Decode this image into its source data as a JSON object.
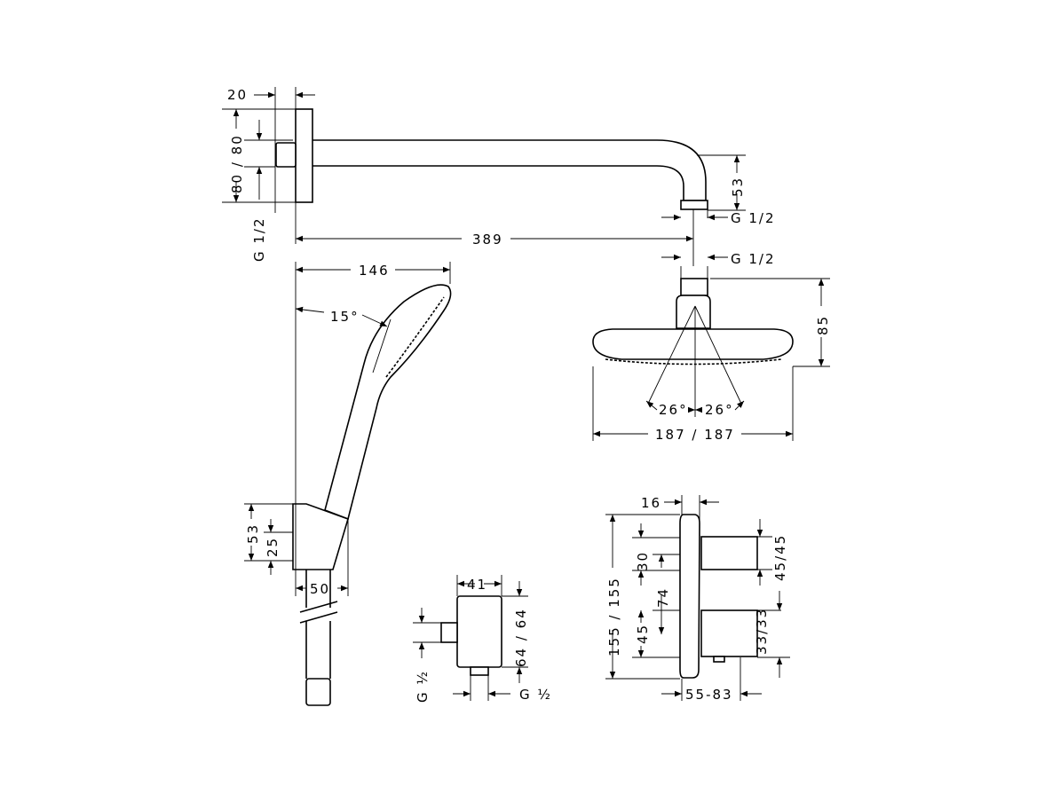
{
  "drawing": {
    "wall_arm": {
      "flange_depth": "20",
      "flange_height": "80 / 80",
      "inlet_thread": "G 1/2",
      "length": "389",
      "drop": "53",
      "outlet_thread": "G 1/2"
    },
    "overhead_shower": {
      "inlet_thread": "G 1/2",
      "height": "85",
      "angle_left": "26°",
      "angle_right": "26°",
      "diameter": "187 / 187"
    },
    "hand_shower": {
      "length": "146",
      "angle": "15°",
      "holder_height": "53",
      "holder_offset": "25",
      "holder_depth": "50"
    },
    "wall_outlet": {
      "width": "41",
      "height": "64 / 64",
      "outlet_thread_left": "G ½",
      "outlet_thread_bottom": "G ½"
    },
    "thermostat": {
      "plate_depth": "16",
      "plate_height": "155 / 155",
      "upper_offset": "30",
      "handle_spacing": "74",
      "lower_offset": "45",
      "upper_handle": "45/45",
      "lower_handle": "33/33",
      "projection": "55-83"
    }
  }
}
